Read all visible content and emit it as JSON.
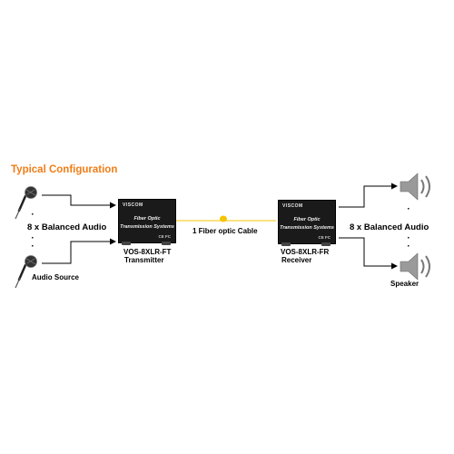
{
  "heading": "Typical Configuration",
  "sources": {
    "label_audio": "8 x Balanced Audio",
    "label_source": "Audio Source"
  },
  "transmitter": {
    "brand": "VISCOM",
    "line1": "Fiber Optic",
    "line2": "Transmission Systems",
    "marks": "CE FC",
    "model": "VOS-8XLR-FT",
    "role": "Transmitter"
  },
  "cable": {
    "label": "1 Fiber optic Cable",
    "color": "#f5c400"
  },
  "receiver": {
    "brand": "VISCOM",
    "line1": "Fiber Optic",
    "line2": "Transmission Systems",
    "marks": "CE FC",
    "model": "VOS-8XLR-FR",
    "role": "Receiver"
  },
  "outputs": {
    "label_audio": "8 x Balanced Audio",
    "label_speaker": "Speaker"
  },
  "colors": {
    "heading": "#f07d16",
    "device": "#1a1a1a"
  },
  "icons": [
    "microphone-icon",
    "speaker-icon"
  ]
}
